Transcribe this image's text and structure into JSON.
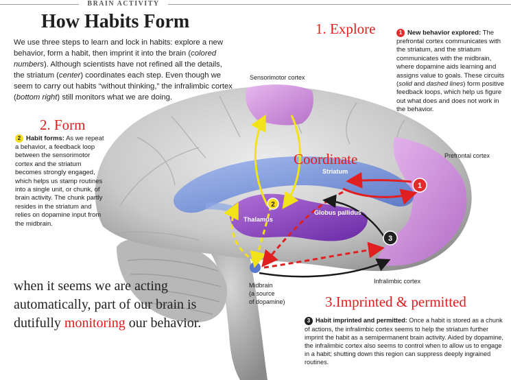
{
  "header": {
    "section": "BRAIN ACTIVITY",
    "title": "How Habits Form"
  },
  "intro": {
    "part1": "We use three steps to learn and lock in habits: explore a new behavior, form a habit, then imprint it into the brain (",
    "part1_em": "colored numbers",
    "part2": "). Although scientists have not refined all the details, the striatum (",
    "part2_em": "center",
    "part3": ") coordinates each step. Even though we seem to carry out habits “without thinking,” the infralimbic cortex (",
    "part3_em": "bottom right",
    "part4": ") still monitors what we are doing."
  },
  "labels": {
    "explore": "1. Explore",
    "form": "2. Form",
    "coordinate": "Coordinate",
    "imprinted": "3.Imprinted & permitted"
  },
  "steps": {
    "step1": {
      "num": "1",
      "title": "New behavior explored:",
      "text": " The prefrontal cortex communicates with the striatum, and the striatum communicates with the midbrain, where dopamine aids learning and assigns value to goals. These circuits (",
      "em1": "solid",
      "mid": " and ",
      "em2": "dashed lines",
      "end": ") form positive feedback loops, which help us figure out what does and does not work in the behavior."
    },
    "step2": {
      "num": "2",
      "title": "Habit forms:",
      "text": " As we repeat a behavior, a feedback loop between the sensorimotor cortex and the striatum becomes strongly engaged, which helps us stamp routines into a single unit, or chunk, of brain activity. The chunk partly resides in the striatum and relies on dopamine input from the midbrain."
    },
    "step3": {
      "num": "3",
      "title": "Habit imprinted and permitted:",
      "text": " Once a habit is stored as a chunk of actions, the infralimbic cortex seems to help the striatum further imprint the habit as a semipermanent brain activity. Aided by dopamine, the infralimbic cortex also seems to control when to allow us to engage in a habit; shutting down this region can suppress deeply ingrained routines."
    }
  },
  "regions": {
    "sensorimotor": "Sensorimotor cortex",
    "prefrontal": "Prefrontal cortex",
    "striatum": "Striatum",
    "globus": "Globus pallidus",
    "thalamus": "Thalamus",
    "midbrain_1": "Midbrain",
    "midbrain_2": "(a source",
    "midbrain_3": "of dopamine)",
    "infralimbic": "Infralimbic cortex"
  },
  "quote": {
    "before": "when it seems we are acting automatically, part of our brain is dutifully ",
    "highlight": "monitoring",
    "after": " our behavior."
  },
  "colors": {
    "accent_red": "#e31b1b",
    "loop_yellow": "#f2e21a",
    "loop_red": "#e02020",
    "loop_black": "#1a1a1a",
    "cortex_purple": "#c98ad8",
    "striatum_blue": "#6f8fd6"
  }
}
